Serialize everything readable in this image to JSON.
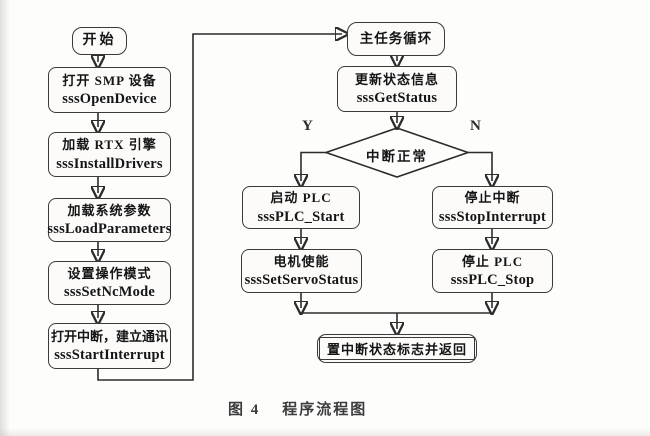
{
  "colors": {
    "line": "#2c2c2c",
    "box_border": "#3a3a3a",
    "background": "#fdfdfc"
  },
  "flowchart": {
    "caption": {
      "prefix": "图 4",
      "title": "程序流程图"
    },
    "branch_labels": {
      "yes": "Y",
      "no": "N"
    },
    "decision": {
      "label": "中断正常"
    },
    "nodes": {
      "start": {
        "label": "开始"
      },
      "open_device": {
        "label": "打开 SMP 设备",
        "func": "sssOpenDevice"
      },
      "install_drivers": {
        "label": "加载 RTX 引擎",
        "func": "sssInstallDrivers"
      },
      "load_parameters": {
        "label": "加载系统参数",
        "func": "sssLoadParameters"
      },
      "set_nc_mode": {
        "label": "设置操作模式",
        "func": "sssSetNcMode"
      },
      "start_interrupt": {
        "label": "打开中断，建立通讯",
        "func": "sssStartInterrupt"
      },
      "main_loop": {
        "label": "主任务循环"
      },
      "get_status": {
        "label": "更新状态信息",
        "func": "sssGetStatus"
      },
      "plc_start": {
        "label": "启动 PLC",
        "func": "sssPLC_Start"
      },
      "set_servo_status": {
        "label": "电机使能",
        "func": "sssSetServoStatus"
      },
      "stop_interrupt": {
        "label": "停止中断",
        "func": "sssStopInterrupt"
      },
      "plc_stop": {
        "label": "停止 PLC",
        "func": "sssPLC_Stop"
      },
      "set_flag_return": {
        "label": "置中断状态标志并返回"
      }
    }
  }
}
